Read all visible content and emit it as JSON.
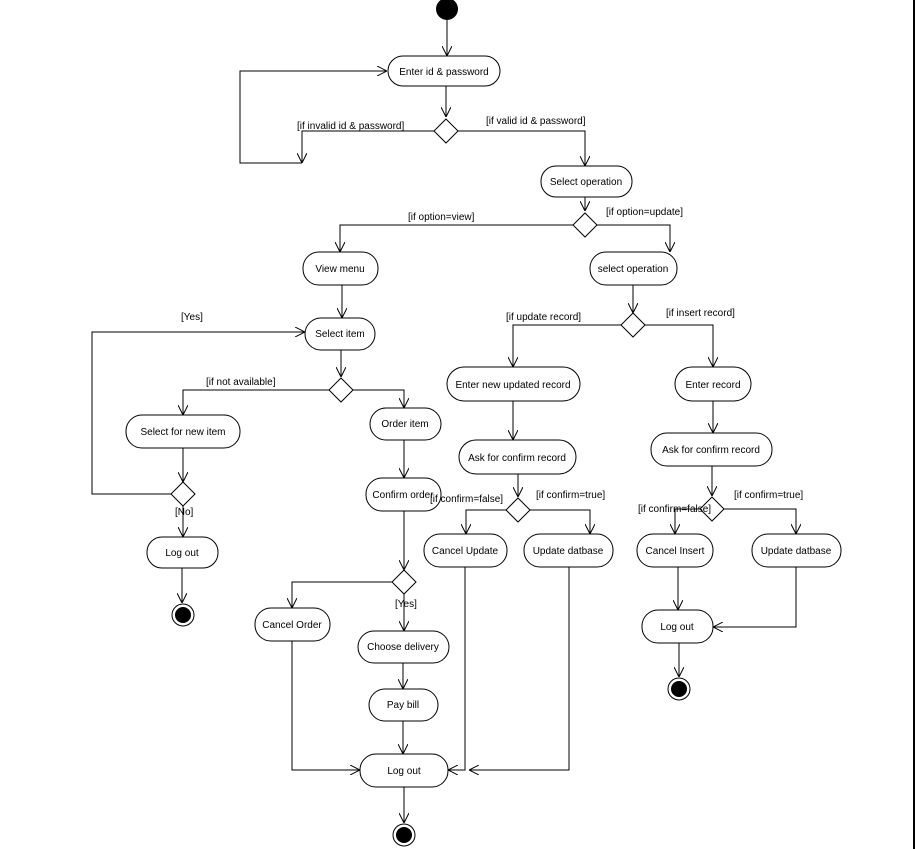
{
  "diagram": {
    "nodes": {
      "enter_id_password": "Enter id & password",
      "select_operation": "Select operation",
      "view_menu": "View menu",
      "select_operation_2": "select operation",
      "select_item": "Select  item",
      "select_new_item": "Select for new item",
      "order_item": "Order item",
      "confirm_order": "Confirm order",
      "log_out_left": "Log out",
      "enter_new_updated_record": "Enter new updated record",
      "enter_record": "Enter record",
      "ask_confirm_update": "Ask for confirm record",
      "ask_confirm_insert": "Ask for confirm record",
      "cancel_update": "Cancel Update",
      "update_database_1": "Update datbase",
      "cancel_insert": "Cancel Insert",
      "update_database_2": "Update datbase",
      "log_out_right": "Log out",
      "cancel_order": "Cancel Order",
      "choose_delivery": "Choose delivery",
      "pay_bill": "Pay bill",
      "log_out_bottom": "Log out"
    },
    "guards": {
      "invalid": "[if invalid id & password]",
      "valid": "[if valid id & password]",
      "option_view": "[if option=view]",
      "option_update": "[if option=update]",
      "yes_loop": "[Yes]",
      "not_available": "[if not available]",
      "update_record": "[if update record]",
      "insert_record": "[if insert record]",
      "no": "[No]",
      "confirm_false_1": "[if confirm=false]",
      "confirm_true_1": "[if confirm=true]",
      "confirm_false_2": "[if confirm=false]",
      "confirm_true_2": "[if confirm=true]",
      "yes_order": "[Yes]"
    }
  }
}
